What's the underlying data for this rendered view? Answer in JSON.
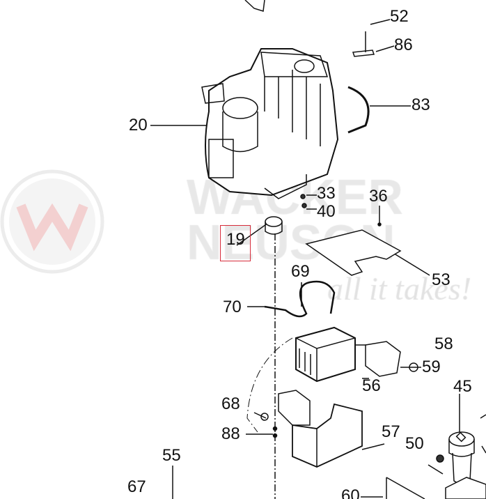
{
  "watermark": {
    "brand_line1": "WACKER",
    "brand_line2": "NEUSON",
    "tagline": "all it takes!"
  },
  "selected_callout": "19",
  "callouts": {
    "c52": "52",
    "c86": "86",
    "c83": "83",
    "c20": "20",
    "c33": "33",
    "c40": "40",
    "c36": "36",
    "c19": "19",
    "c53": "53",
    "c69": "69",
    "c70": "70",
    "c58": "58",
    "c59": "59",
    "c56": "56",
    "c45": "45",
    "c68": "68",
    "c88": "88",
    "c57": "57",
    "c50": "50",
    "c55": "55",
    "c67": "67",
    "c60": "60"
  }
}
